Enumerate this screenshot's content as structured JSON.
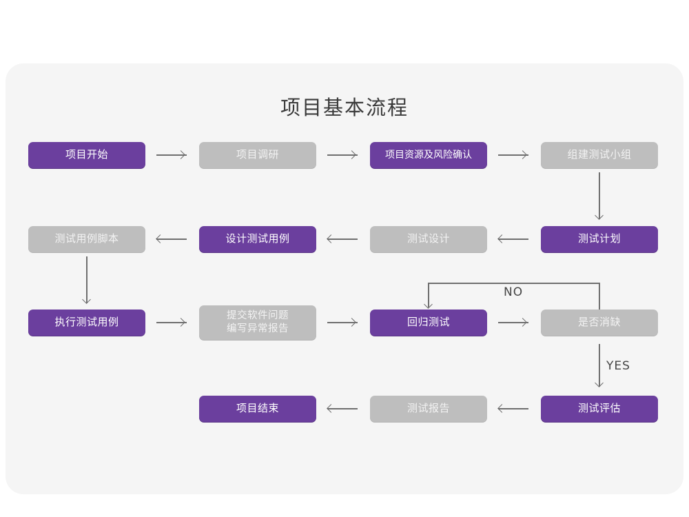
{
  "diagram": {
    "title": "项目基本流程",
    "colors": {
      "panel_background": "#f5f5f5",
      "page_background": "#ffffff",
      "accent_purple": "#6b3f9e",
      "muted_gray": "#bebebe",
      "connector": "#6e6e6e",
      "title_text": "#3a3a3a"
    },
    "nodes": [
      {
        "id": "n1",
        "label": "项目开始",
        "style": "purple"
      },
      {
        "id": "n2",
        "label": "项目调研",
        "style": "gray"
      },
      {
        "id": "n3",
        "label": "项目资源及风险确认",
        "style": "purple"
      },
      {
        "id": "n4",
        "label": "组建测试小组",
        "style": "gray"
      },
      {
        "id": "n5",
        "label": "测试用例脚本",
        "style": "gray"
      },
      {
        "id": "n6",
        "label": "设计测试用例",
        "style": "purple"
      },
      {
        "id": "n7",
        "label": "测试设计",
        "style": "gray"
      },
      {
        "id": "n8",
        "label": "测试计划",
        "style": "purple"
      },
      {
        "id": "n9",
        "label": "执行测试用例",
        "style": "purple"
      },
      {
        "id": "n10",
        "label_line1": "提交软件问题",
        "label_line2": "编写异常报告",
        "style": "gray"
      },
      {
        "id": "n11",
        "label": "回归测试",
        "style": "purple"
      },
      {
        "id": "n12",
        "label": "是否消缺",
        "style": "gray"
      },
      {
        "id": "n13",
        "label": "项目结束",
        "style": "purple"
      },
      {
        "id": "n14",
        "label": "测试报告",
        "style": "gray"
      },
      {
        "id": "n15",
        "label": "测试评估",
        "style": "purple"
      }
    ],
    "edge_labels": {
      "no": "NO",
      "yes": "YES"
    }
  }
}
